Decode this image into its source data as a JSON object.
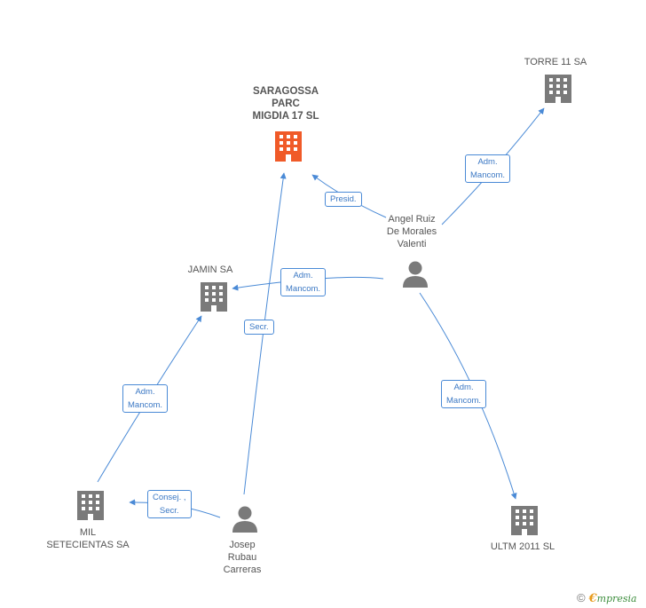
{
  "colors": {
    "edge": "#4a8ad6",
    "company": "#7a7a7a",
    "main_company": "#f05a28",
    "person": "#7a7a7a"
  },
  "nodes": {
    "saragossa": {
      "lines": [
        "SARAGOSSA",
        "PARC",
        "MIGDIA 17 SL"
      ],
      "icon": "building-icon"
    },
    "torre": {
      "lines": [
        "TORRE 11 SA"
      ],
      "icon": "building-icon"
    },
    "jamin": {
      "lines": [
        "JAMIN SA"
      ],
      "icon": "building-icon"
    },
    "mil": {
      "lines": [
        "MIL",
        "SETECIENTAS SA"
      ],
      "icon": "building-icon"
    },
    "ultm": {
      "lines": [
        "ULTM 2011 SL"
      ],
      "icon": "building-icon"
    },
    "angel": {
      "lines": [
        "Angel Ruiz",
        "De Morales",
        "Valenti"
      ],
      "icon": "person-icon"
    },
    "josep": {
      "lines": [
        "Josep",
        "Rubau",
        "Carreras"
      ],
      "icon": "person-icon"
    }
  },
  "edges": {
    "angel_saragossa": {
      "lines": [
        "Presid."
      ]
    },
    "angel_torre": {
      "lines": [
        "Adm.",
        "Mancom."
      ]
    },
    "angel_jamin": {
      "lines": [
        "Adm.",
        "Mancom."
      ]
    },
    "angel_ultm": {
      "lines": [
        "Adm.",
        "Mancom."
      ]
    },
    "josep_saragossa": {
      "lines": [
        "Secr."
      ]
    },
    "mil_jamin": {
      "lines": [
        "Adm.",
        "Mancom."
      ]
    },
    "josep_mil": {
      "lines": [
        "Consej. ,",
        "Secr."
      ]
    }
  },
  "footer": {
    "copyright_symbol": "©",
    "brand_initial": "€",
    "brand_rest": "mpresia"
  }
}
